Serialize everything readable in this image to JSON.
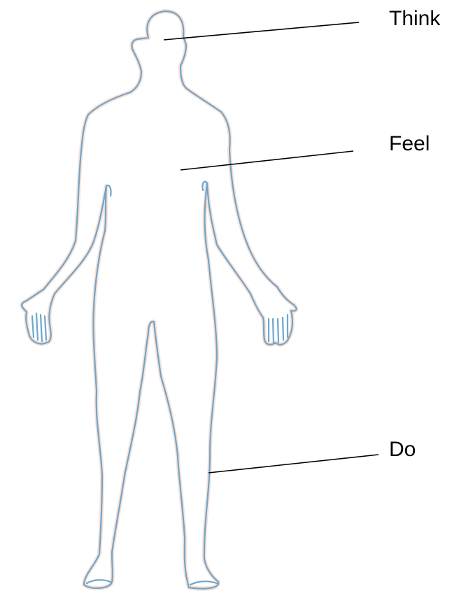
{
  "labels": {
    "think": "Think",
    "feel": "Feel",
    "do": "Do"
  },
  "colors": {
    "outline": "#6fa6cc",
    "glow": "#f6d9cc",
    "leader": "#000000",
    "text": "#000000"
  }
}
